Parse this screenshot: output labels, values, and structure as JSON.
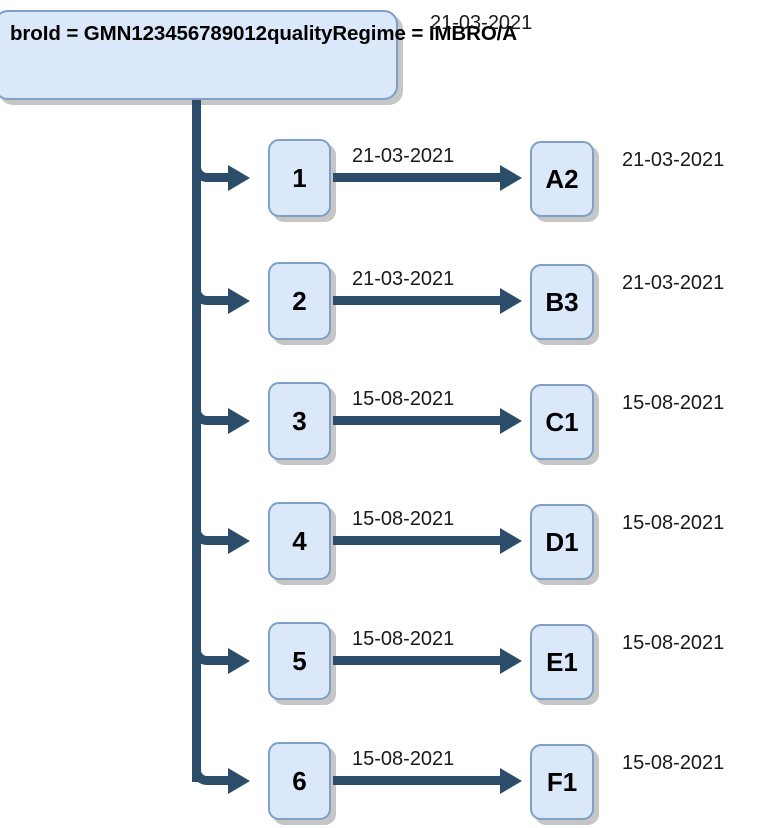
{
  "diagram": {
    "type": "registration-history-tree",
    "root": {
      "name": "gmn-root-box",
      "line1": "broId = GMN123456789012",
      "line2": "qualityRegime = IMBRO/A",
      "date": "21-03-2021"
    },
    "colors": {
      "box_fill": "#dbe8f9",
      "box_border": "#7e9fc6",
      "connector": "#2b4d6a",
      "shadow": "#c6c6c6",
      "background": "#ffffff",
      "text": "#000000"
    },
    "branches": [
      {
        "step_label": "1",
        "arrow_date": "21-03-2021",
        "event_label": "A2",
        "side_date": "21-03-2021"
      },
      {
        "step_label": "2",
        "arrow_date": "21-03-2021",
        "event_label": "B3",
        "side_date": "21-03-2021"
      },
      {
        "step_label": "3",
        "arrow_date": "15-08-2021",
        "event_label": "C1",
        "side_date": "15-08-2021"
      },
      {
        "step_label": "4",
        "arrow_date": "15-08-2021",
        "event_label": "D1",
        "side_date": "15-08-2021"
      },
      {
        "step_label": "5",
        "arrow_date": "15-08-2021",
        "event_label": "E1",
        "side_date": "15-08-2021"
      },
      {
        "step_label": "6",
        "arrow_date": "15-08-2021",
        "event_label": "F1",
        "side_date": "15-08-2021"
      }
    ]
  }
}
